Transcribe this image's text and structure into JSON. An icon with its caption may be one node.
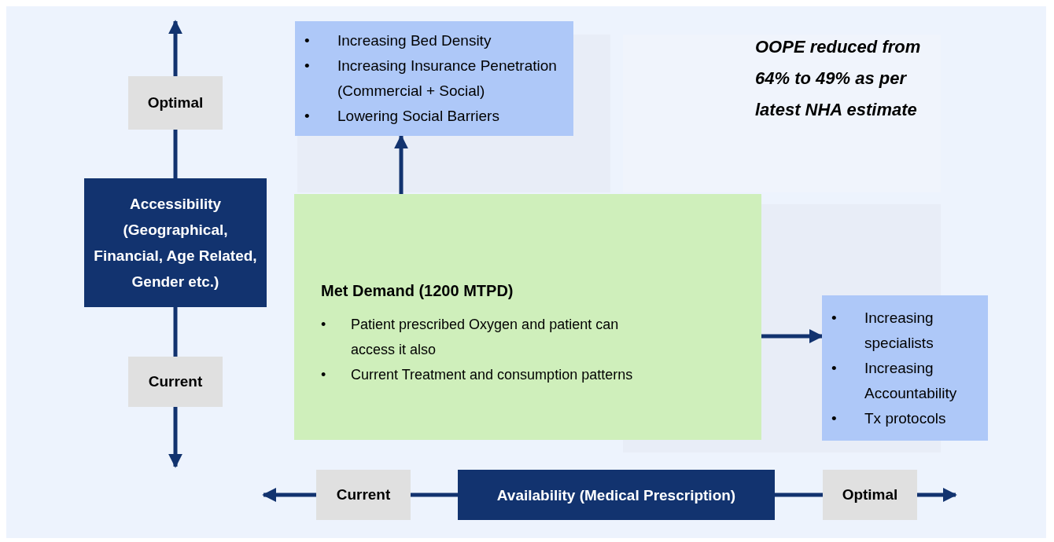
{
  "diagram": {
    "nodes": [
      {
        "text": [
          "Optimal"
        ]
      },
      {
        "text": [
          "Accessibility (Geographical, Financial, Age Related, Gender etc.)"
        ]
      },
      {
        "text": [
          "Current"
        ]
      },
      {
        "text": [
          "•\tIncreasing Bed Density",
          "•\tIncreasing Insurance Penetration (Commercial + Social)",
          "•\tLowering Social Barriers"
        ]
      },
      {
        "text": [
          "Met Demand (1200 MTPD)",
          "•\tPatient prescribed Oxygen and patient can access it also",
          "•\tCurrent Treatment and consumption patterns"
        ]
      },
      {
        "text": [
          "•\tIncreasing specialists",
          "•\tIncreasing Accountability",
          "•\tTx protocols"
        ]
      },
      {
        "text": [
          "Current"
        ]
      },
      {
        "text": [
          "Availability (Medical Prescription)"
        ]
      },
      {
        "text": [
          "Optimal"
        ]
      }
    ],
    "edges": [
      {
        "from": 0,
        "to": null,
        "arrow": "to"
      },
      {
        "from": 0,
        "to": 1,
        "arrow": "none"
      },
      {
        "from": 1,
        "to": 2,
        "arrow": "none"
      },
      {
        "from": 2,
        "to": null,
        "arrow": "to"
      },
      {
        "from": 4,
        "to": 3,
        "arrow": "to"
      },
      {
        "from": 4,
        "to": 5,
        "arrow": "to"
      },
      {
        "from": 6,
        "to": null,
        "arrow": "to"
      },
      {
        "from": 6,
        "to": 7,
        "arrow": "none"
      },
      {
        "from": 7,
        "to": 8,
        "arrow": "none"
      },
      {
        "from": 8,
        "to": null,
        "arrow": "to"
      }
    ],
    "labels": [
      "OOPE reduced from 64% to 49% as per latest NHA estimate"
    ]
  }
}
